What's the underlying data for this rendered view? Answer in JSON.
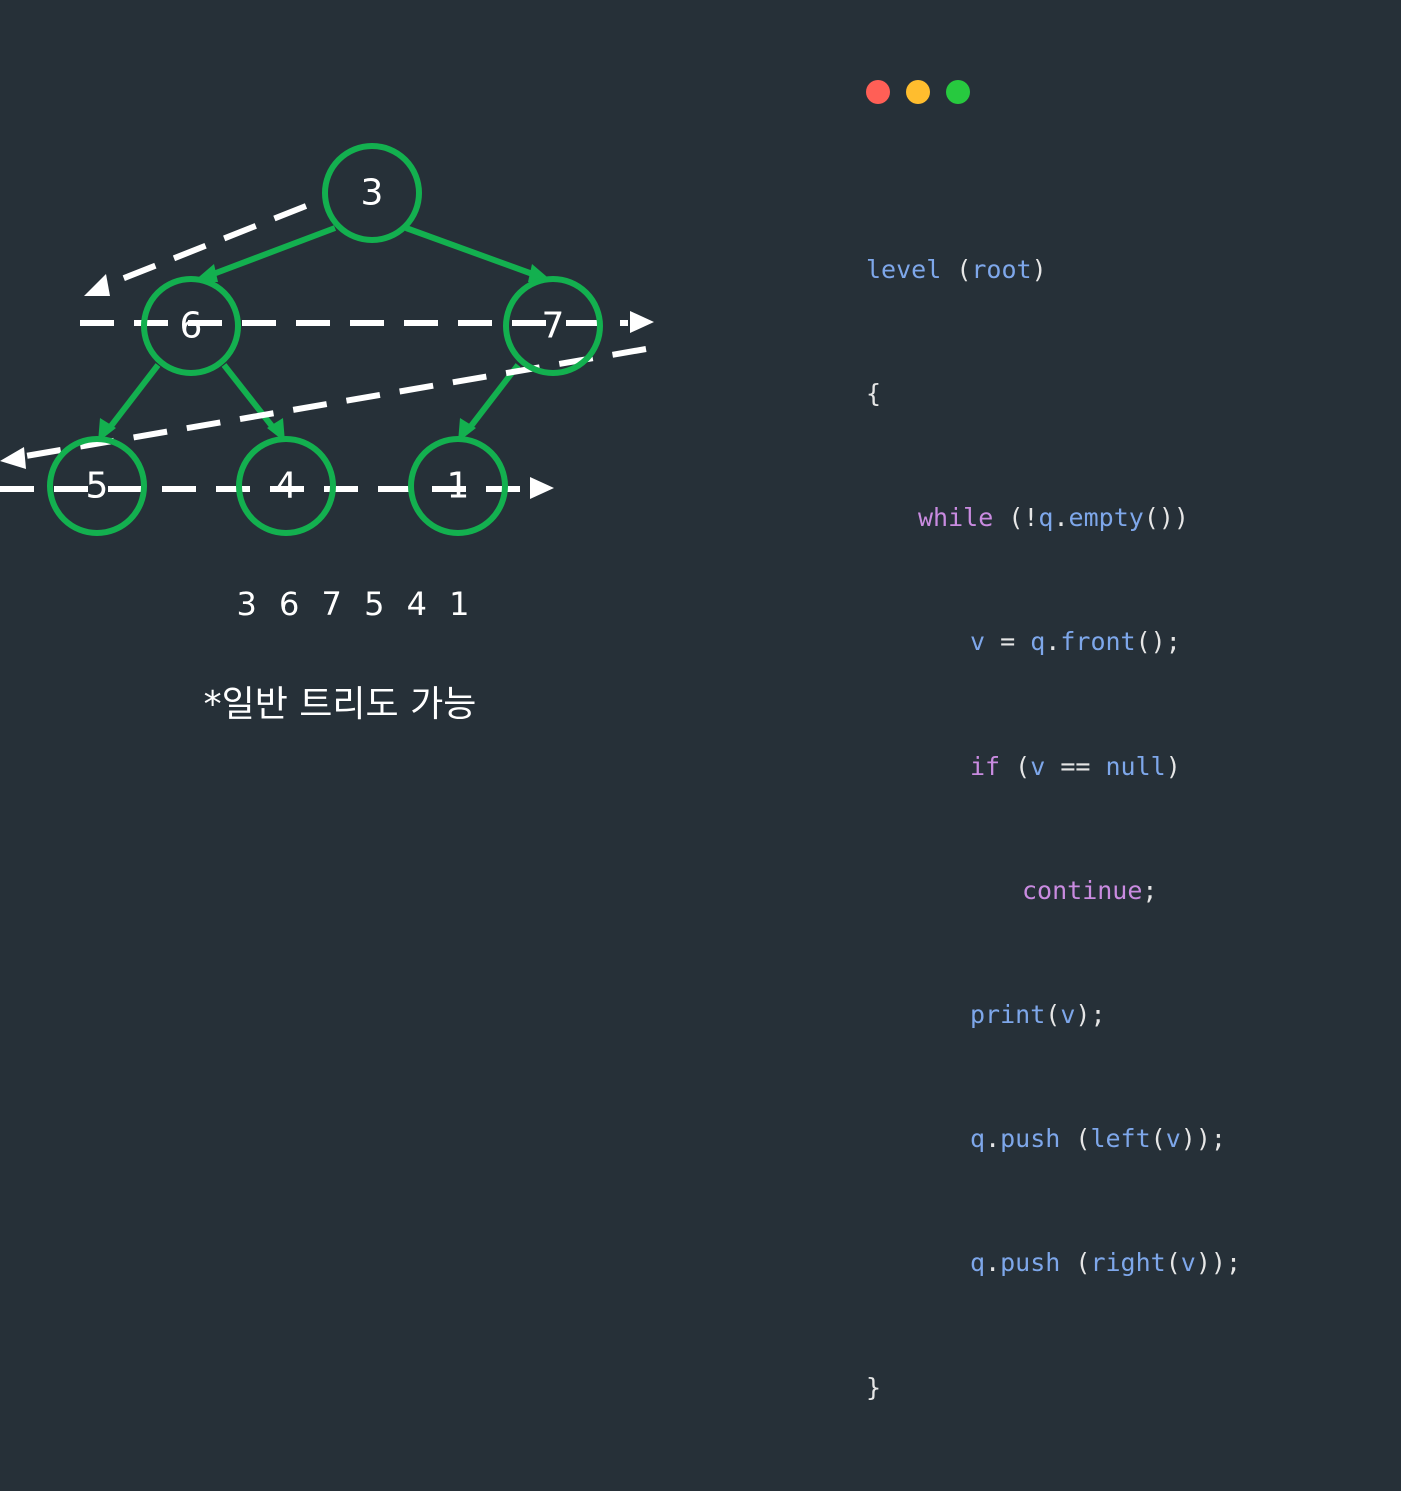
{
  "tree": {
    "nodes": [
      {
        "id": "n3",
        "label": "3"
      },
      {
        "id": "n6",
        "label": "6"
      },
      {
        "id": "n7",
        "label": "7"
      },
      {
        "id": "n5",
        "label": "5"
      },
      {
        "id": "n4",
        "label": "4"
      },
      {
        "id": "n1",
        "label": "1"
      }
    ],
    "edges": [
      [
        "3",
        "6"
      ],
      [
        "3",
        "7"
      ],
      [
        "6",
        "5"
      ],
      [
        "6",
        "4"
      ],
      [
        "7",
        "1"
      ]
    ],
    "traversal_order": "3 6 7 5 4 1",
    "note": "*일반 트리도 가능"
  },
  "colors": {
    "background": "#263038",
    "node_stroke": "#13b04f",
    "traversal_arrow": "#ffffff",
    "dot_red": "#ff5f56",
    "dot_yellow": "#ffbd2e",
    "dot_green": "#27c93f",
    "code_function": "#7ea7ea",
    "code_keyword": "#c98be0",
    "code_punct": "#e6e6e6"
  },
  "code": {
    "l1_fn": "level",
    "l1_p1": " (",
    "l1_arg": "root",
    "l1_p2": ")",
    "l2": "{",
    "l3_kw": "while",
    "l3_p1": " (!",
    "l3_id": "q",
    "l3_p2": ".",
    "l3_fn": "empty",
    "l3_p3": "())",
    "l4_v": "v",
    "l4_p1": " = ",
    "l4_q": "q",
    "l4_p2": ".",
    "l4_fn": "front",
    "l4_p3": "();",
    "l5_kw": "if",
    "l5_p1": " (",
    "l5_v": "v",
    "l5_p2": " == ",
    "l5_null": "null",
    "l5_p3": ")",
    "l6_kw": "continue",
    "l6_p1": ";",
    "l7_fn": "print",
    "l7_p1": "(",
    "l7_v": "v",
    "l7_p2": ");",
    "l8_q": "q",
    "l8_p1": ".",
    "l8_fn": "push",
    "l8_p2": " (",
    "l8_fn2": "left",
    "l8_p3": "(",
    "l8_v": "v",
    "l8_p4": "));",
    "l9_q": "q",
    "l9_p1": ".",
    "l9_fn": "push",
    "l9_p2": " (",
    "l9_fn2": "right",
    "l9_p3": "(",
    "l9_v": "v",
    "l9_p4": "));",
    "l10": "}"
  }
}
